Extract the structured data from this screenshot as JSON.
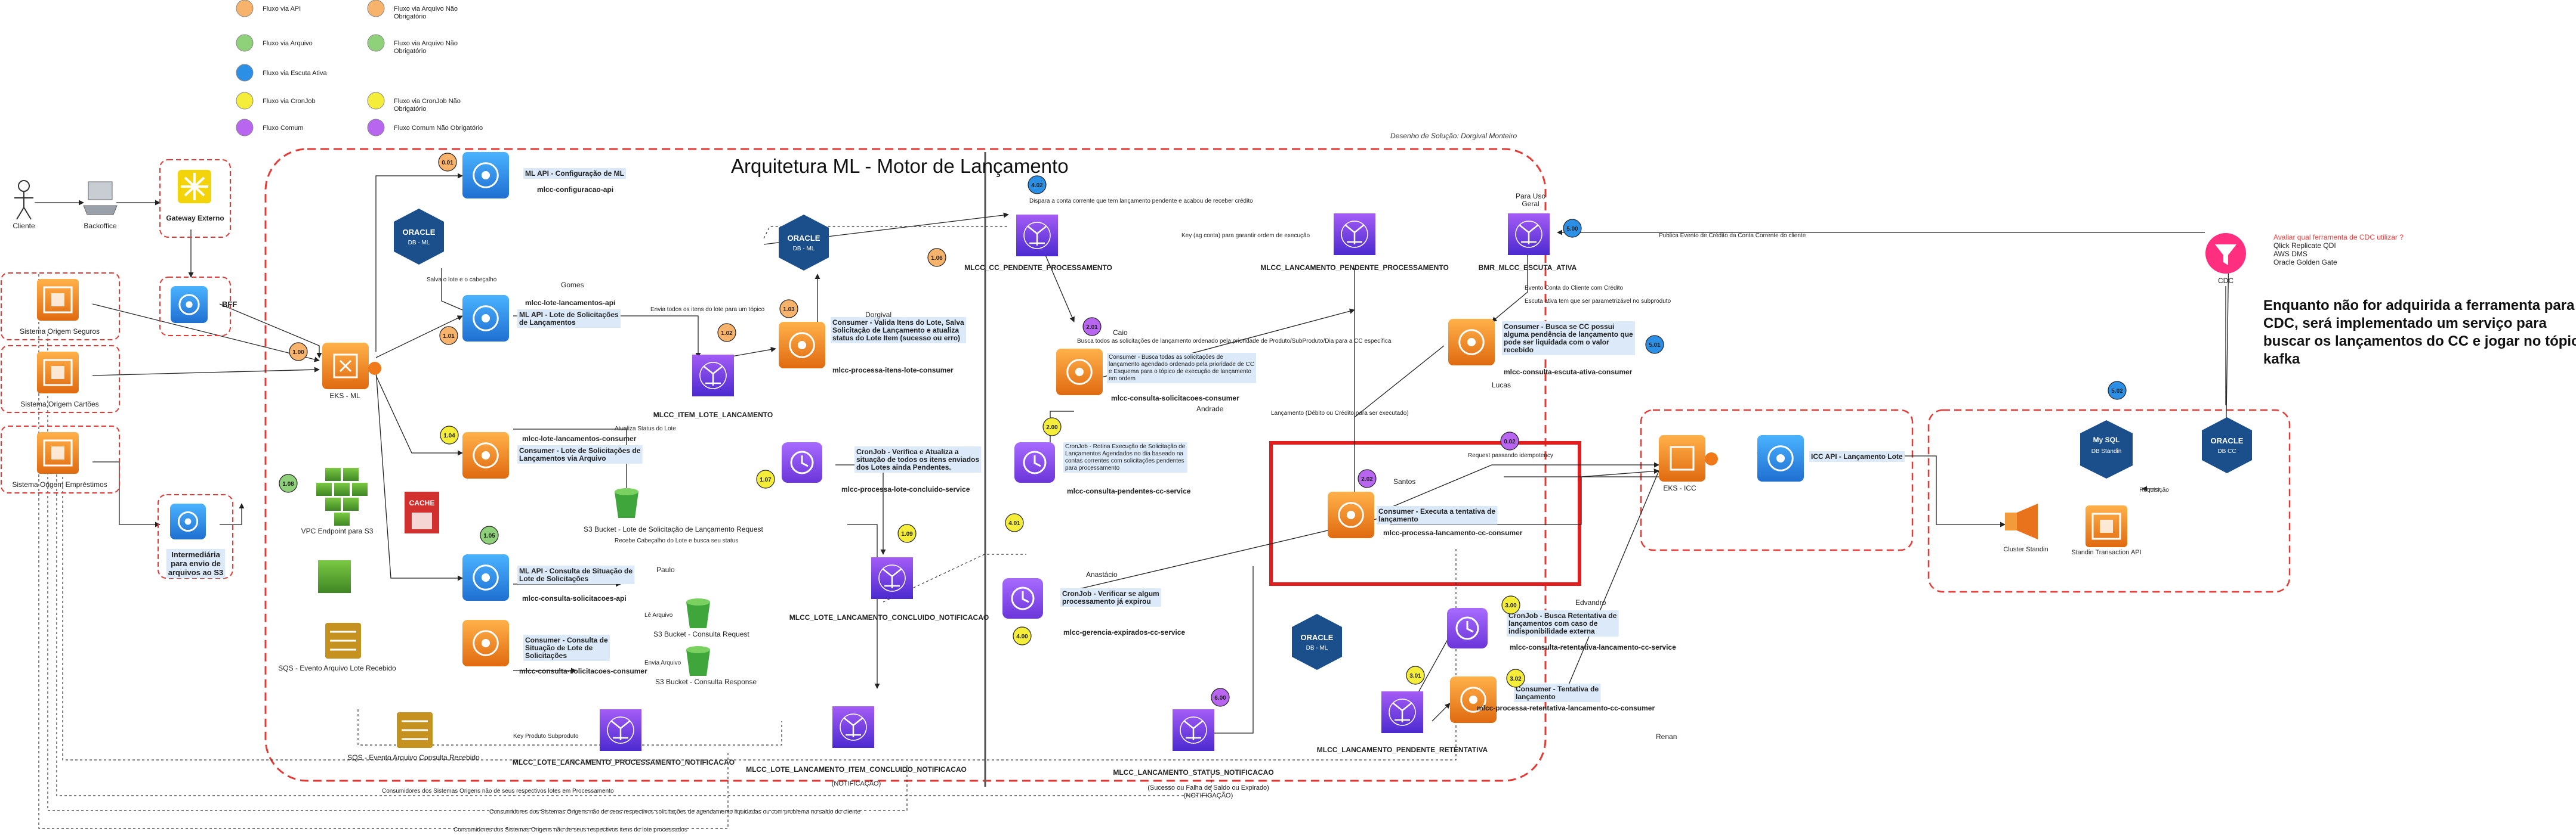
{
  "title": "Arquitetura ML - Motor de Lançamento",
  "author": "Desenho de Solução: Dorgival Monteiro",
  "note": "Enquanto não for adquirida a ferramenta para o CDC, será implementado um serviço para buscar os lançamentos do CC e jogar no tópico kafka",
  "legend": [
    {
      "label": "Fluxo via API",
      "color": "#f7b26b"
    },
    {
      "label": "Fluxo via Arquivo Não Obrigatório",
      "color": "#f7b26b"
    },
    {
      "label": "Fluxo via Arquivo",
      "color": "#8fd17a"
    },
    {
      "label": "Fluxo via Arquivo Não Obrigatório",
      "color": "#8fd17a"
    },
    {
      "label": "Fluxo via Escuta Ativa",
      "color": "#2b8fe6"
    },
    {
      "label": "Fluxo via CronJob",
      "color": "#f4ee3a"
    },
    {
      "label": "Fluxo via CronJob Não Obrigatório",
      "color": "#f4ee3a"
    },
    {
      "label": "Fluxo Comum",
      "color": "#b865f0"
    },
    {
      "label": "Fluxo Comum Não Obrigatório",
      "color": "#b865f0"
    }
  ],
  "actors": {
    "cliente": "Cliente",
    "backoffice": "Backoffice",
    "gateway": "Gateway Externo",
    "bff": "BFF",
    "eks_ml": "EKS - ML",
    "eks_icc": "EKS - ICC",
    "cdc": "CDC"
  },
  "origins": [
    "Sistema Origem Seguros",
    "Sistema Origem Cartões",
    "Sistema Origem Empréstimos"
  ],
  "inter": "Intermediária para envio de arquivos ao S3",
  "services": {
    "config_api": {
      "title": "ML API - Configuração de ML",
      "svc": "mlcc-configuracao-api"
    },
    "lote_api": {
      "svc": "mlcc-lote-lancamentos-api",
      "title": "ML API - Lote de Solicitações de Lançamentos"
    },
    "lote_consumer": {
      "svc": "mlcc-lote-lancamentos-consumer",
      "title": "Consumer - Lote de Solicitações de Lançamentos via Arquivo"
    },
    "sit_api": {
      "title": "ML API - Consulta de Situação de Lote de Solicitações",
      "svc": "mlcc-consulta-solicitacoes-api"
    },
    "sit_consumer": {
      "title": "Consumer - Consulta de Situação de Lote de Solicitações",
      "svc": "mlcc-consulta-solicitacoes-consumer"
    },
    "itens_consumer": {
      "title": "Consumer - Valida Itens do Lote, Salva Solicitação de Lançamento e atualiza status do Lote Item (sucesso ou erro)",
      "svc": "mlcc-processa-itens-lote-consumer"
    },
    "lote_concluido": {
      "title": "CronJob - Verifica e Atualiza a situação de todos os itens enviados dos Lotes ainda Pendentes.",
      "svc": "mlcc-processa-lote-concluido-service"
    },
    "consulta_sol": {
      "title": "Consumer - Busca todas as solicitações de lançamento agendado ordenado pela prioridade de CC e Esquema para o tópico de execução de lançamento em ordem",
      "svc": "mlcc-consulta-solicitacoes-consumer"
    },
    "cron_rotina": {
      "title": "CronJob - Rotina Execução de Solicitação de Lançamentos Agendados no dia baseado na contas correntes com solicitações pendentes para processamento",
      "svc": "mlcc-consulta-pendentes-cc-service"
    },
    "escuta_ativa": {
      "title": "Consumer - Busca se CC possui alguma pendência de lançamento que pode ser liquidada com o valor recebido",
      "svc": "mlcc-consulta-escuta-ativa-consumer"
    },
    "processa_lanc": {
      "title": "Consumer - Executa a tentativa de lançamento",
      "svc": "mlcc-processa-lancamento-cc-consumer"
    },
    "cron_verificar": {
      "title": "CronJob - Verificar se algum processamento já expirou",
      "svc": "mlcc-gerencia-expirados-cc-service"
    },
    "cron_retentativa": {
      "title": "CronJob - Busca Retentativa de lançamentos com caso de indisponibilidade externa",
      "svc": "mlcc-consulta-retentativa-lancamento-cc-service"
    },
    "cons_retentativa": {
      "title": "Consumer - Tentativa de lançamento",
      "svc": "mlcc-processa-retentativa-lancamento-cc-consumer"
    },
    "icc_api": {
      "title": "ICC API - Lançamento Lote"
    }
  },
  "topics": [
    "MLCC_ITEM_LOTE_LANCAMENTO",
    "MLCC_CC_PENDENTE_PROCESSAMENTO",
    "MLCC_LANCAMENTO_PENDENTE_PROCESSAMENTO",
    "BMR_MLCC_ESCUTA_ATIVA",
    "MLCC_LOTE_LANCAMENTO_CONCLUIDO_NOTIFICACAO",
    "MLCC_LOTE_LANCAMENTO_PROCESSAMENTO_NOTIFICACAO",
    "MLCC_LOTE_LANCAMENTO_ITEM_CONCLUIDO_NOTIFICACAO",
    "MLCC_LANCAMENTO_PENDENTE_RETENTATIVA",
    "MLCC_LANCAMENTO_STATUS_NOTIFICACAO"
  ],
  "topic_notes": {
    "notificacao": "(NOTIFICAÇÃO)",
    "status": "(Sucesso ou Falha de Saldo ou Expirado) (NOTIFICAÇÃO)",
    "escuta": "Para Uso Geral"
  },
  "storage": {
    "s3_req": "S3 Bucket - Lote de Solicitação de Lançamento Request",
    "s3_cq": "S3 Bucket - Consulta Request",
    "s3_cr": "S3 Bucket - Consulta Response",
    "vpc": "VPC Endpoint para S3",
    "sqs1": "SQS - Evento Arquivo Lote Recebido",
    "sqs2": "SQS - Evento Arquivo Consulta Recebido",
    "cache": "CACHE",
    "oracle": "ORACLE",
    "oracle_sub": "DB - ML",
    "oracle_cdc": "DB CC",
    "mysql": "My SQL",
    "mysql_sub": "DB Standin",
    "cluster": "Cluster Standin",
    "standin_api": "Standin Transaction API"
  },
  "owners": [
    "Gomes",
    "Dorgival",
    "Paulo",
    "Anastácio",
    "Caio",
    "Andrade",
    "Lucas",
    "Santos",
    "Edvandro",
    "Renan"
  ],
  "badges": [
    "0.01",
    "0.02",
    "1.00",
    "1.01",
    "1.02",
    "1.03",
    "1.04",
    "1.05",
    "1.06",
    "1.07",
    "1.08",
    "1.09",
    "2.00",
    "2.01",
    "2.02",
    "3.00",
    "3.01",
    "3.02",
    "4.00",
    "4.01",
    "4.02",
    "5.00",
    "5.01",
    "5.02",
    "6.00"
  ],
  "cdc_eval": [
    "Avaliar qual ferramenta de CDC utilizar ?",
    "Qlick Replicate QDI",
    "AWS DMS",
    "Oracle Golden Gate"
  ],
  "cdc_eval_color": "#ff3b3b",
  "cdc_color": "#ff2e7e",
  "sql_kafka": "Requisição",
  "labels": [
    "Salva o lote e o cabeçalho",
    "Envia todos os itens do lote para um tópico",
    "Atualiza Status do Lote",
    "Recebe Cabeçalho do Lote e busca seu status",
    "Lê Arquivo",
    "Envia Arquivo",
    "Key Produto Subproduto",
    "Dispara a conta corrente que tem lançamento pendente e acabou de receber crédito",
    "Key (ag conta) para garantir ordem de execução",
    "Busca todos as solicitações de lançamento ordenado pela prioridade de Produto/SubProduto/Dia para a CC específica",
    "Publica Evento de Crédito da Conta Corrente do cliente",
    "Evento Conta do Cliente com Crédito",
    "Escuta ativa tem que ser parametrizável no subproduto",
    "Request passando idempotency",
    "Lançamento (Débito ou Crédito para ser executado)",
    "Consumidores dos Sistemas Origens não de seus respectivos lotes em Processamento",
    "Consumidores dos Sistemas Origens não de seus respectivos solicitações de agendamento liquidadas ou com problema no saldo do cliente",
    "Consumidores dos Sistemas Origens não de seus respectivos itens do lote processados"
  ]
}
